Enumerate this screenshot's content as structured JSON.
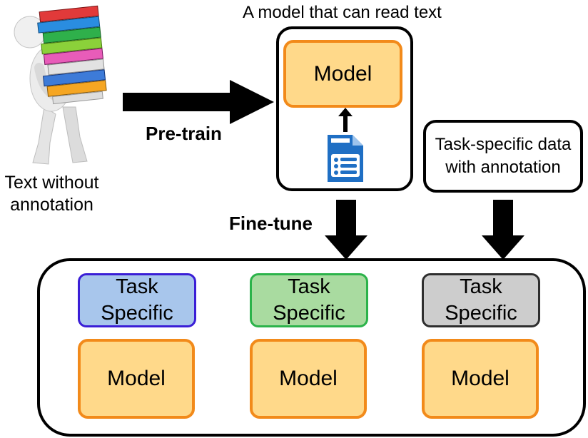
{
  "colors": {
    "model_fill": "#ffd98a",
    "model_border": "#f28a1a",
    "task_blue_fill": "#a8c6ec",
    "task_blue_border": "#3a1ed6",
    "task_green_fill": "#a9dba0",
    "task_green_border": "#2bb34a",
    "task_gray_fill": "#cdcdcd",
    "task_gray_border": "#2e2e2e",
    "arrow": "#000000",
    "document_icon": "#1f6fc4"
  },
  "icons": {
    "person": "person-carrying-binders-icon",
    "document": "document-list-icon"
  },
  "left": {
    "caption_line1": "Text without",
    "caption_line2": "annotation"
  },
  "pretrain": {
    "label": "Pre-train"
  },
  "pretrained_model": {
    "title": "A model that can read text",
    "model_label": "Model"
  },
  "annotated_data": {
    "line1": "Task-specific data",
    "line2": "with annotation"
  },
  "finetune": {
    "label": "Fine-tune"
  },
  "tasks": [
    {
      "line1": "Task",
      "line2": "Specific",
      "model_label": "Model"
    },
    {
      "line1": "Task",
      "line2": "Specific",
      "model_label": "Model"
    },
    {
      "line1": "Task",
      "line2": "Specific",
      "model_label": "Model"
    }
  ]
}
